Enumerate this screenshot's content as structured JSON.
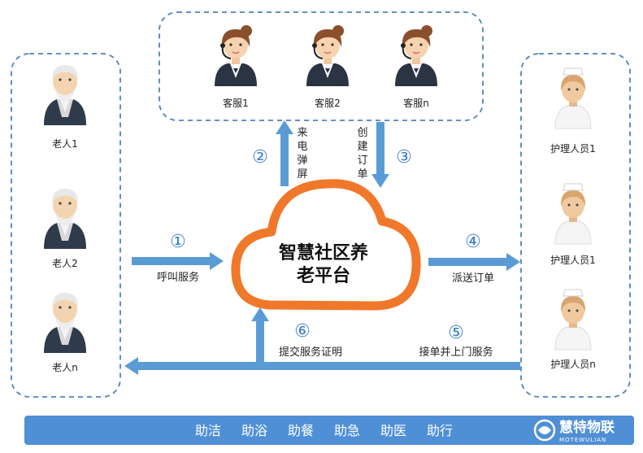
{
  "platform": {
    "line1": "智慧社区养",
    "line2": "老平台"
  },
  "elders": [
    {
      "label": "老人1"
    },
    {
      "label": "老人2"
    },
    {
      "label": "老人n"
    }
  ],
  "agents": [
    {
      "label": "客服1"
    },
    {
      "label": "客服2"
    },
    {
      "label": "客服n"
    }
  ],
  "caregivers": [
    {
      "label": "护理人员1"
    },
    {
      "label": "护理人员1"
    },
    {
      "label": "护理人员n"
    }
  ],
  "steps": [
    {
      "num": "①",
      "label": "呼叫服务"
    },
    {
      "num": "②",
      "label_chars": [
        "来",
        "电",
        "弹",
        "屏"
      ]
    },
    {
      "num": "③",
      "label_chars": [
        "创",
        "建",
        "订",
        "单"
      ]
    },
    {
      "num": "④",
      "label": "派送订单"
    },
    {
      "num": "⑤",
      "label": "接单并上门服务"
    },
    {
      "num": "⑥",
      "label": "提交服务证明"
    }
  ],
  "services": [
    "助洁",
    "助浴",
    "助餐",
    "助急",
    "助医",
    "助行"
  ],
  "logo": {
    "text": "慧特物联",
    "sub": "MOTEWULIAN"
  },
  "colors": {
    "arrow": "#5b9bd5",
    "circle_num": "#3a7ecb",
    "cloud": "#f0782a",
    "dash": "#4f81bd",
    "bar": "#4f8fd6"
  }
}
